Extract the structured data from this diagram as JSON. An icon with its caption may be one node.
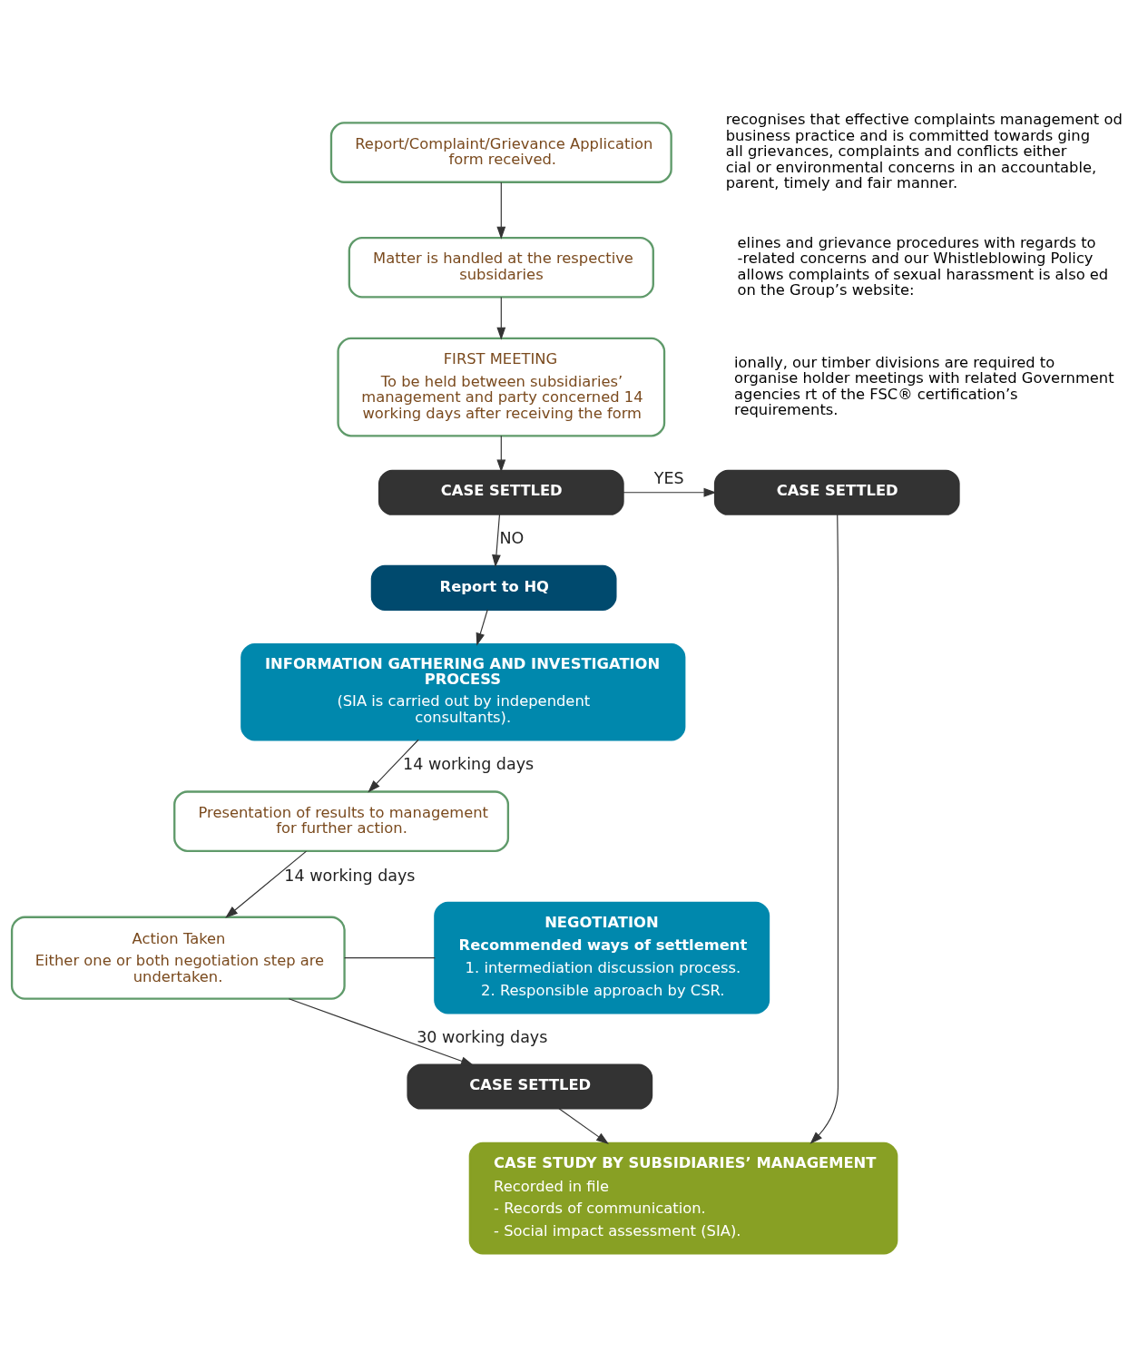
{
  "diagram": {
    "nodes": [
      {
        "text": [
          "Report/Complaint/Grievance Application form received."
        ]
      },
      {
        "text": [
          "Matter is handled at the respective subsidaries"
        ]
      },
      {
        "text": [
          "FIRST MEETING",
          "To be held between subsidiaries’ management and party concerned 14 working days after receiving the form"
        ]
      },
      {
        "text": [
          "CASE SETTLED"
        ]
      },
      {
        "text": [
          "CASE SETTLED"
        ]
      },
      {
        "text": [
          "CASE STUDY BY SUBSIDIARIES’ MANAGEMENT",
          "Recorded in file",
          "- Records of communication.",
          "- Social impact assessment (SIA)."
        ]
      },
      {
        "text": [
          "Report to HQ"
        ]
      },
      {
        "text": [
          "INFORMATION GATHERING AND INVESTIGATION PROCESS",
          "(SIA is carried out by independent consultants)."
        ]
      },
      {
        "text": [
          "Presentation of results to management for further action."
        ]
      },
      {
        "text": [
          "NEGOTIATION",
          "Recommended ways of settlement",
          "1. intermediation discussion process.",
          "2. Responsible approach by CSR."
        ]
      },
      {
        "text": [
          "Action Taken",
          "Either one or both negotiation step are undertaken."
        ]
      },
      {
        "text": [
          "CASE SETTLED"
        ]
      }
    ],
    "edges": [
      {
        "from": 0,
        "to": 1,
        "arrow": "to"
      },
      {
        "from": 1,
        "to": 2,
        "arrow": "to"
      },
      {
        "from": 2,
        "to": 3,
        "arrow": "to"
      },
      {
        "from": 3,
        "to": 4,
        "arrow": "to",
        "label": "YES"
      },
      {
        "from": 4,
        "to": 5,
        "arrow": "to"
      },
      {
        "from": 3,
        "to": 6,
        "arrow": "to",
        "label": "NO"
      },
      {
        "from": 6,
        "to": 7,
        "arrow": "to"
      },
      {
        "from": 7,
        "to": 8,
        "arrow": "to",
        "label": "14 working days"
      },
      {
        "from": 8,
        "to": 10,
        "arrow": "to",
        "label": "14 working days"
      },
      {
        "from": 10,
        "to": 11,
        "arrow": "to",
        "label": "30 working days"
      },
      {
        "from": 9,
        "to": 10,
        "arrow": "none"
      },
      {
        "from": 11,
        "to": 5,
        "arrow": "to"
      }
    ],
    "labels": [
      "recognises that effective complaints management od business practice and is committed towards ging all grievances, complaints and conflicts either cial or environmental concerns in an accountable, parent, timely and fair manner.",
      "elines and grievance procedures with regards to -related concerns and our Whistleblowing Policy allows complaints of sexual harassment is also ed on the Group’s website:",
      "ionally, our timber divisions are required to organise holder meetings with related Government agencies rt of the FSC® certification’s requirements."
    ]
  }
}
